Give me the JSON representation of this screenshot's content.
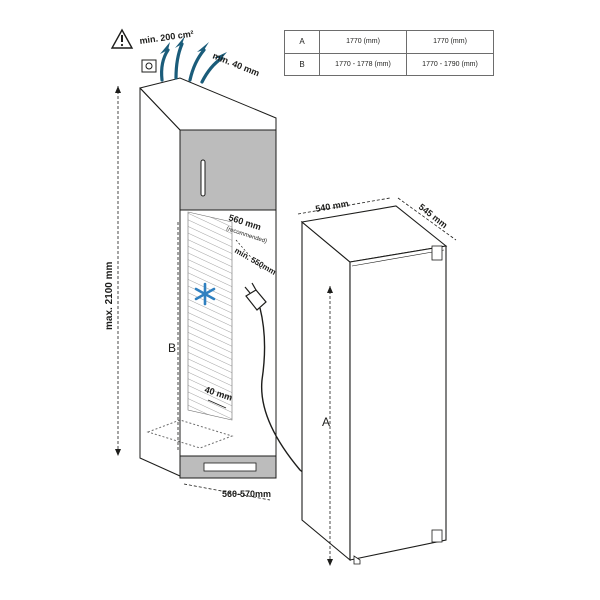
{
  "warning": {
    "ventilation_label": "min. 200 cm²",
    "top_gap_label": "min. 40 mm"
  },
  "niche": {
    "height_label": "max. 2100 mm",
    "depth_label": "560 mm",
    "depth_note": "(recommended)",
    "min_depth_label": "min. 550mm",
    "width_label": "560-570mm",
    "back_gap_label": "40 mm",
    "height_key": "B"
  },
  "appliance": {
    "width_label": "540 mm",
    "depth_label": "545 mm",
    "height_key": "A"
  },
  "table": {
    "rows": [
      {
        "key": "A",
        "col1": "1770 (mm)",
        "col2": "1770 (mm)"
      },
      {
        "key": "B",
        "col1": "1770 - 1778 (mm)",
        "col2": "1770 - 1790 (mm)"
      }
    ]
  },
  "colors": {
    "accent": "#1a5c7a",
    "asterisk": "#2f80c0",
    "panel": "#bcbcbc",
    "line": "#1d1d1b"
  },
  "icons": {
    "warning": "warning-triangle-icon",
    "vent": "vent-icon",
    "plug": "plug-icon",
    "asterisk": "freezer-star-icon"
  }
}
